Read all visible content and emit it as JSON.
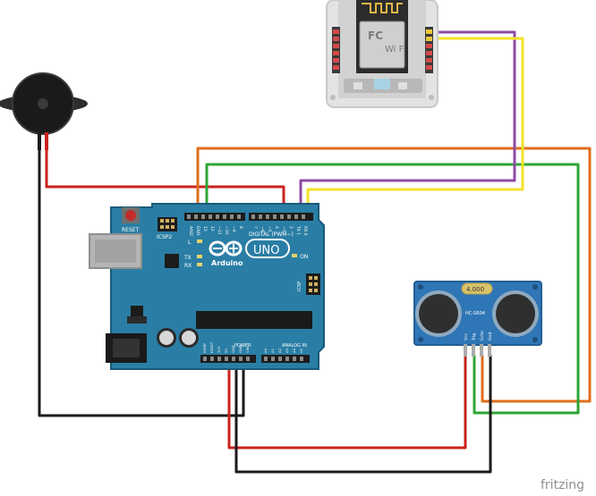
{
  "colors": {
    "background": "#ffffff",
    "board": "#2a7ea5",
    "board_dark": "#1f6688",
    "board_edge": "#195b7a",
    "header": "#1c1c1c",
    "module_body": "#e8e8e8",
    "sensor_body": "#2f76b6",
    "sensor_eye": "#2f2f2f",
    "crystal": "#d9c26a",
    "wire_red": "#c8231d",
    "wire_black": "#1a1a1a",
    "wire_green": "#2da534",
    "wire_orange": "#e06d1c",
    "wire_yellow": "#f2e227",
    "wire_purple": "#8e4aa4",
    "footer_text": "#8f8f8f"
  },
  "arduino": {
    "reset_label": "RESET",
    "icsp2_label": "ICSP2",
    "icsp_label": "ICSP",
    "l_label": "L",
    "tx_label": "TX",
    "rx_label": "RX",
    "on_label": "ON",
    "digital_label": "DIGITAL (PWM~)",
    "brand": "Arduino",
    "model": "UNO",
    "power_label": "POWER",
    "analog_label": "ANALOG IN",
    "top_pins_left": [
      "AREF",
      "GND",
      "13",
      "12",
      "~11",
      "~10",
      "~9",
      "8"
    ],
    "top_pins_right": [
      "7",
      "~6",
      "~5",
      "4",
      "~3",
      "2",
      "TX 1",
      "RX 0"
    ],
    "bottom_power_pins": [
      "IOREF",
      "RESET",
      "3V3",
      "5V",
      "GND",
      "GND",
      "VIN"
    ],
    "bottom_analog_pins": [
      "A0",
      "A1",
      "A2",
      "A3",
      "A4",
      "A5"
    ]
  },
  "wifi_module": {
    "shield_label": "FC",
    "chip_label": "Wi Fi"
  },
  "sensor": {
    "crystal_label": "4.000",
    "model_label": "HC-SR04",
    "pins": [
      "Vcc",
      "Trig",
      "Echo",
      "Gnd"
    ]
  },
  "watermark": "fritzing"
}
